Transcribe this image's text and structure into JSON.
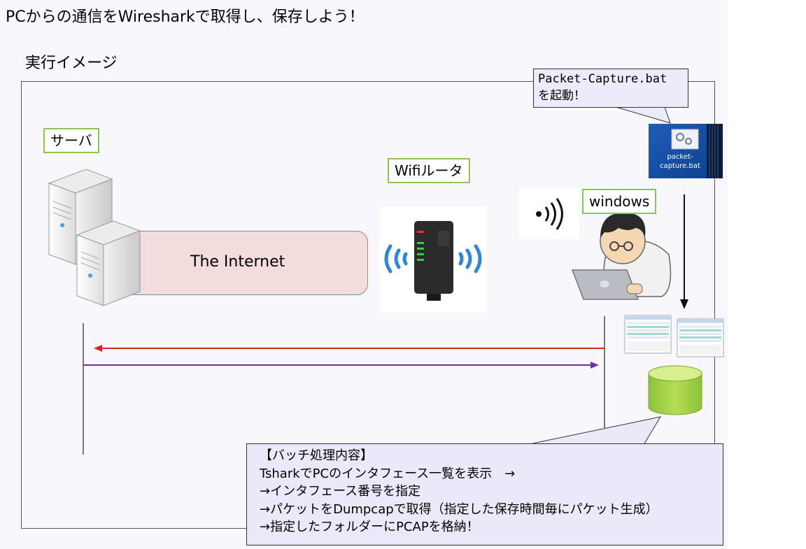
{
  "page_title": "PCからの通信をWiresharkで取得し、保存しよう！",
  "section_title": "実行イメージ",
  "labels": {
    "server": "サーバ",
    "router": "Wifiルータ",
    "windows": "windows"
  },
  "internet_label": "The Internet",
  "callout": {
    "line1": "Packet-Capture.bat",
    "line2": "を起動！"
  },
  "bat_icon_text": "packet-capture.bat",
  "batch": {
    "title": "【バッチ処理内容】",
    "line1": "TsharkでPCのインタフェース一覧を表示　→",
    "line2": "→インタフェース番号を指定",
    "line3": "→パケットをDumpcapで取得（指定した保存時間毎にパケット生成）",
    "line4": "→指定したフォルダーにPCAPを格納！"
  },
  "colors": {
    "label_border": "#8cc653",
    "arrow_red": "#e02020",
    "arrow_purple": "#7030a0",
    "internet_fill": "#f3dcdc",
    "database_fill": "#99cc33"
  }
}
